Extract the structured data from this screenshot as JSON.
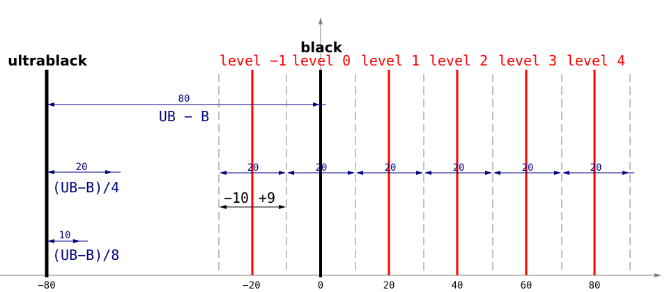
{
  "labels": {
    "ultrablack": "ultrablack",
    "black": "black",
    "levels": [
      "level −1",
      "level 0",
      "level 1",
      "level 2",
      "level 3",
      "level 4"
    ]
  },
  "dimensions": {
    "ub_to_b": {
      "value": "80",
      "caption": "UB − B"
    },
    "quarter": {
      "value": "20",
      "caption": "(UB−B)/4"
    },
    "eighth": {
      "value": "10",
      "caption": "(UB−B)/8"
    },
    "level_width": "20",
    "offset": {
      "minus": "−10",
      "plus": "+9"
    }
  },
  "axis": {
    "ticks": [
      "−80",
      "−20",
      "0",
      "20",
      "40",
      "60",
      "80"
    ]
  },
  "colors": {
    "level_line": "#ff0000",
    "main_line": "#000000",
    "dimension": "#000080",
    "boundary": "#808080",
    "axis": "#808080",
    "text": "#000000"
  }
}
